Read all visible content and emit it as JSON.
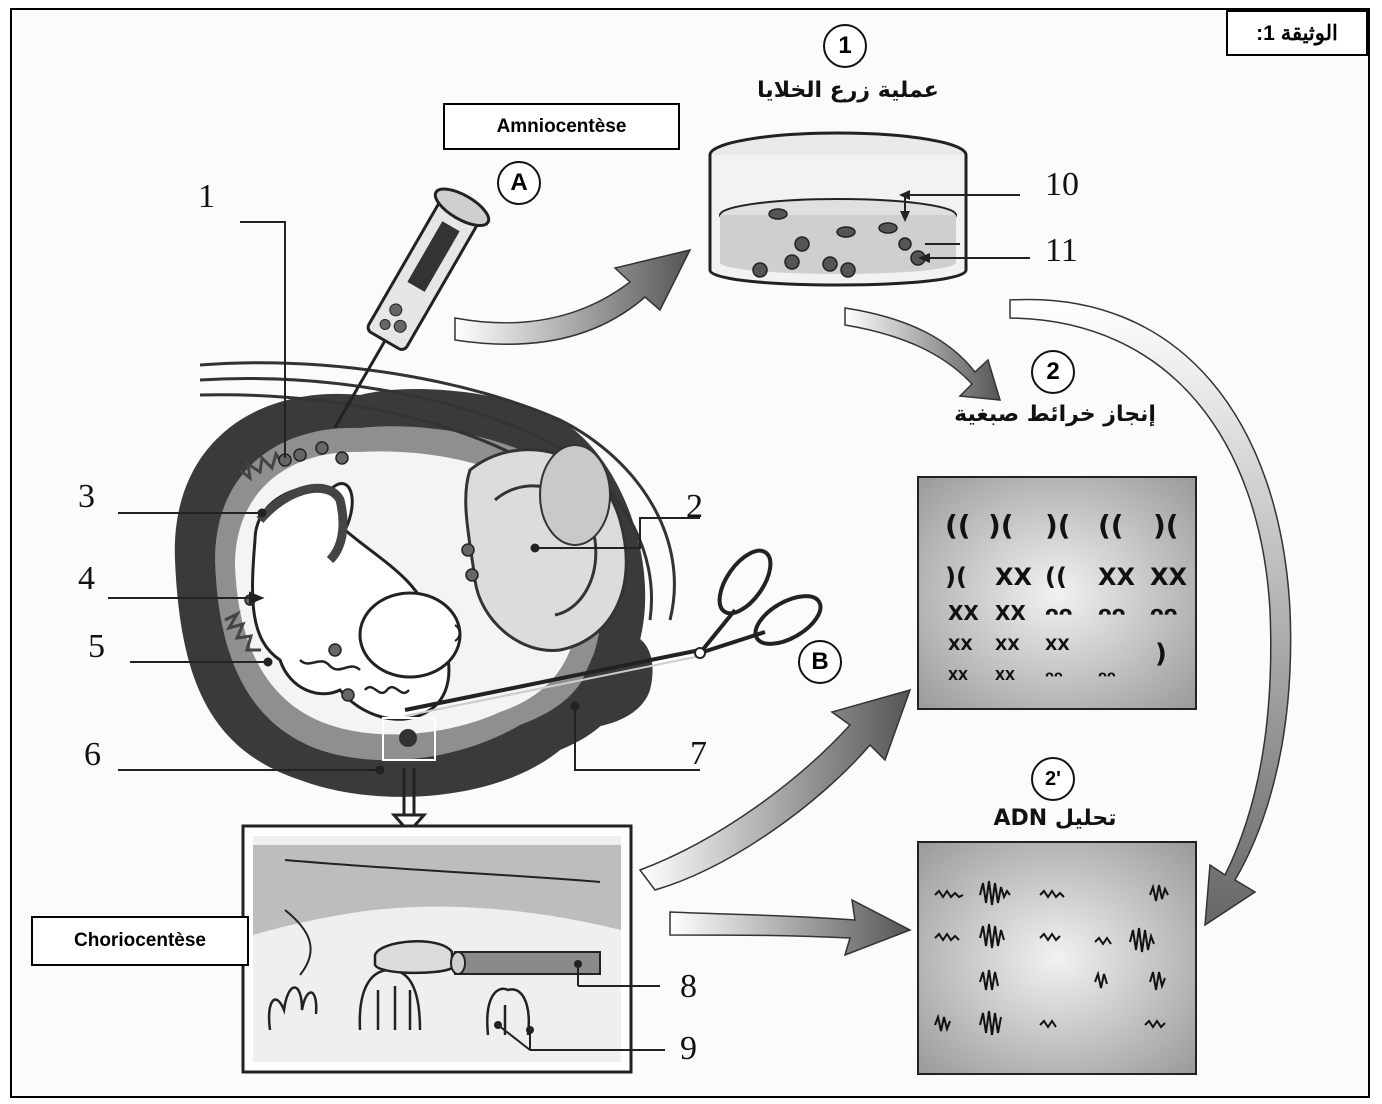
{
  "document_label": "الوثيقة 1:",
  "technique_labels": {
    "amniocentesis": "Amniocentèse",
    "chorionic": "Choriocentèse"
  },
  "step_markers": {
    "step1": "1",
    "step2": "2",
    "step2b": "2'",
    "a": "A",
    "b": "B"
  },
  "step_titles": {
    "cell_culture": "عملية زرع الخلايا",
    "karyotype": "إنجاز خرائط صبغية",
    "dna_analysis": "تحليل ADN"
  },
  "numbered_labels": [
    "1",
    "2",
    "3",
    "4",
    "5",
    "6",
    "7",
    "8",
    "9",
    "10",
    "11"
  ]
}
